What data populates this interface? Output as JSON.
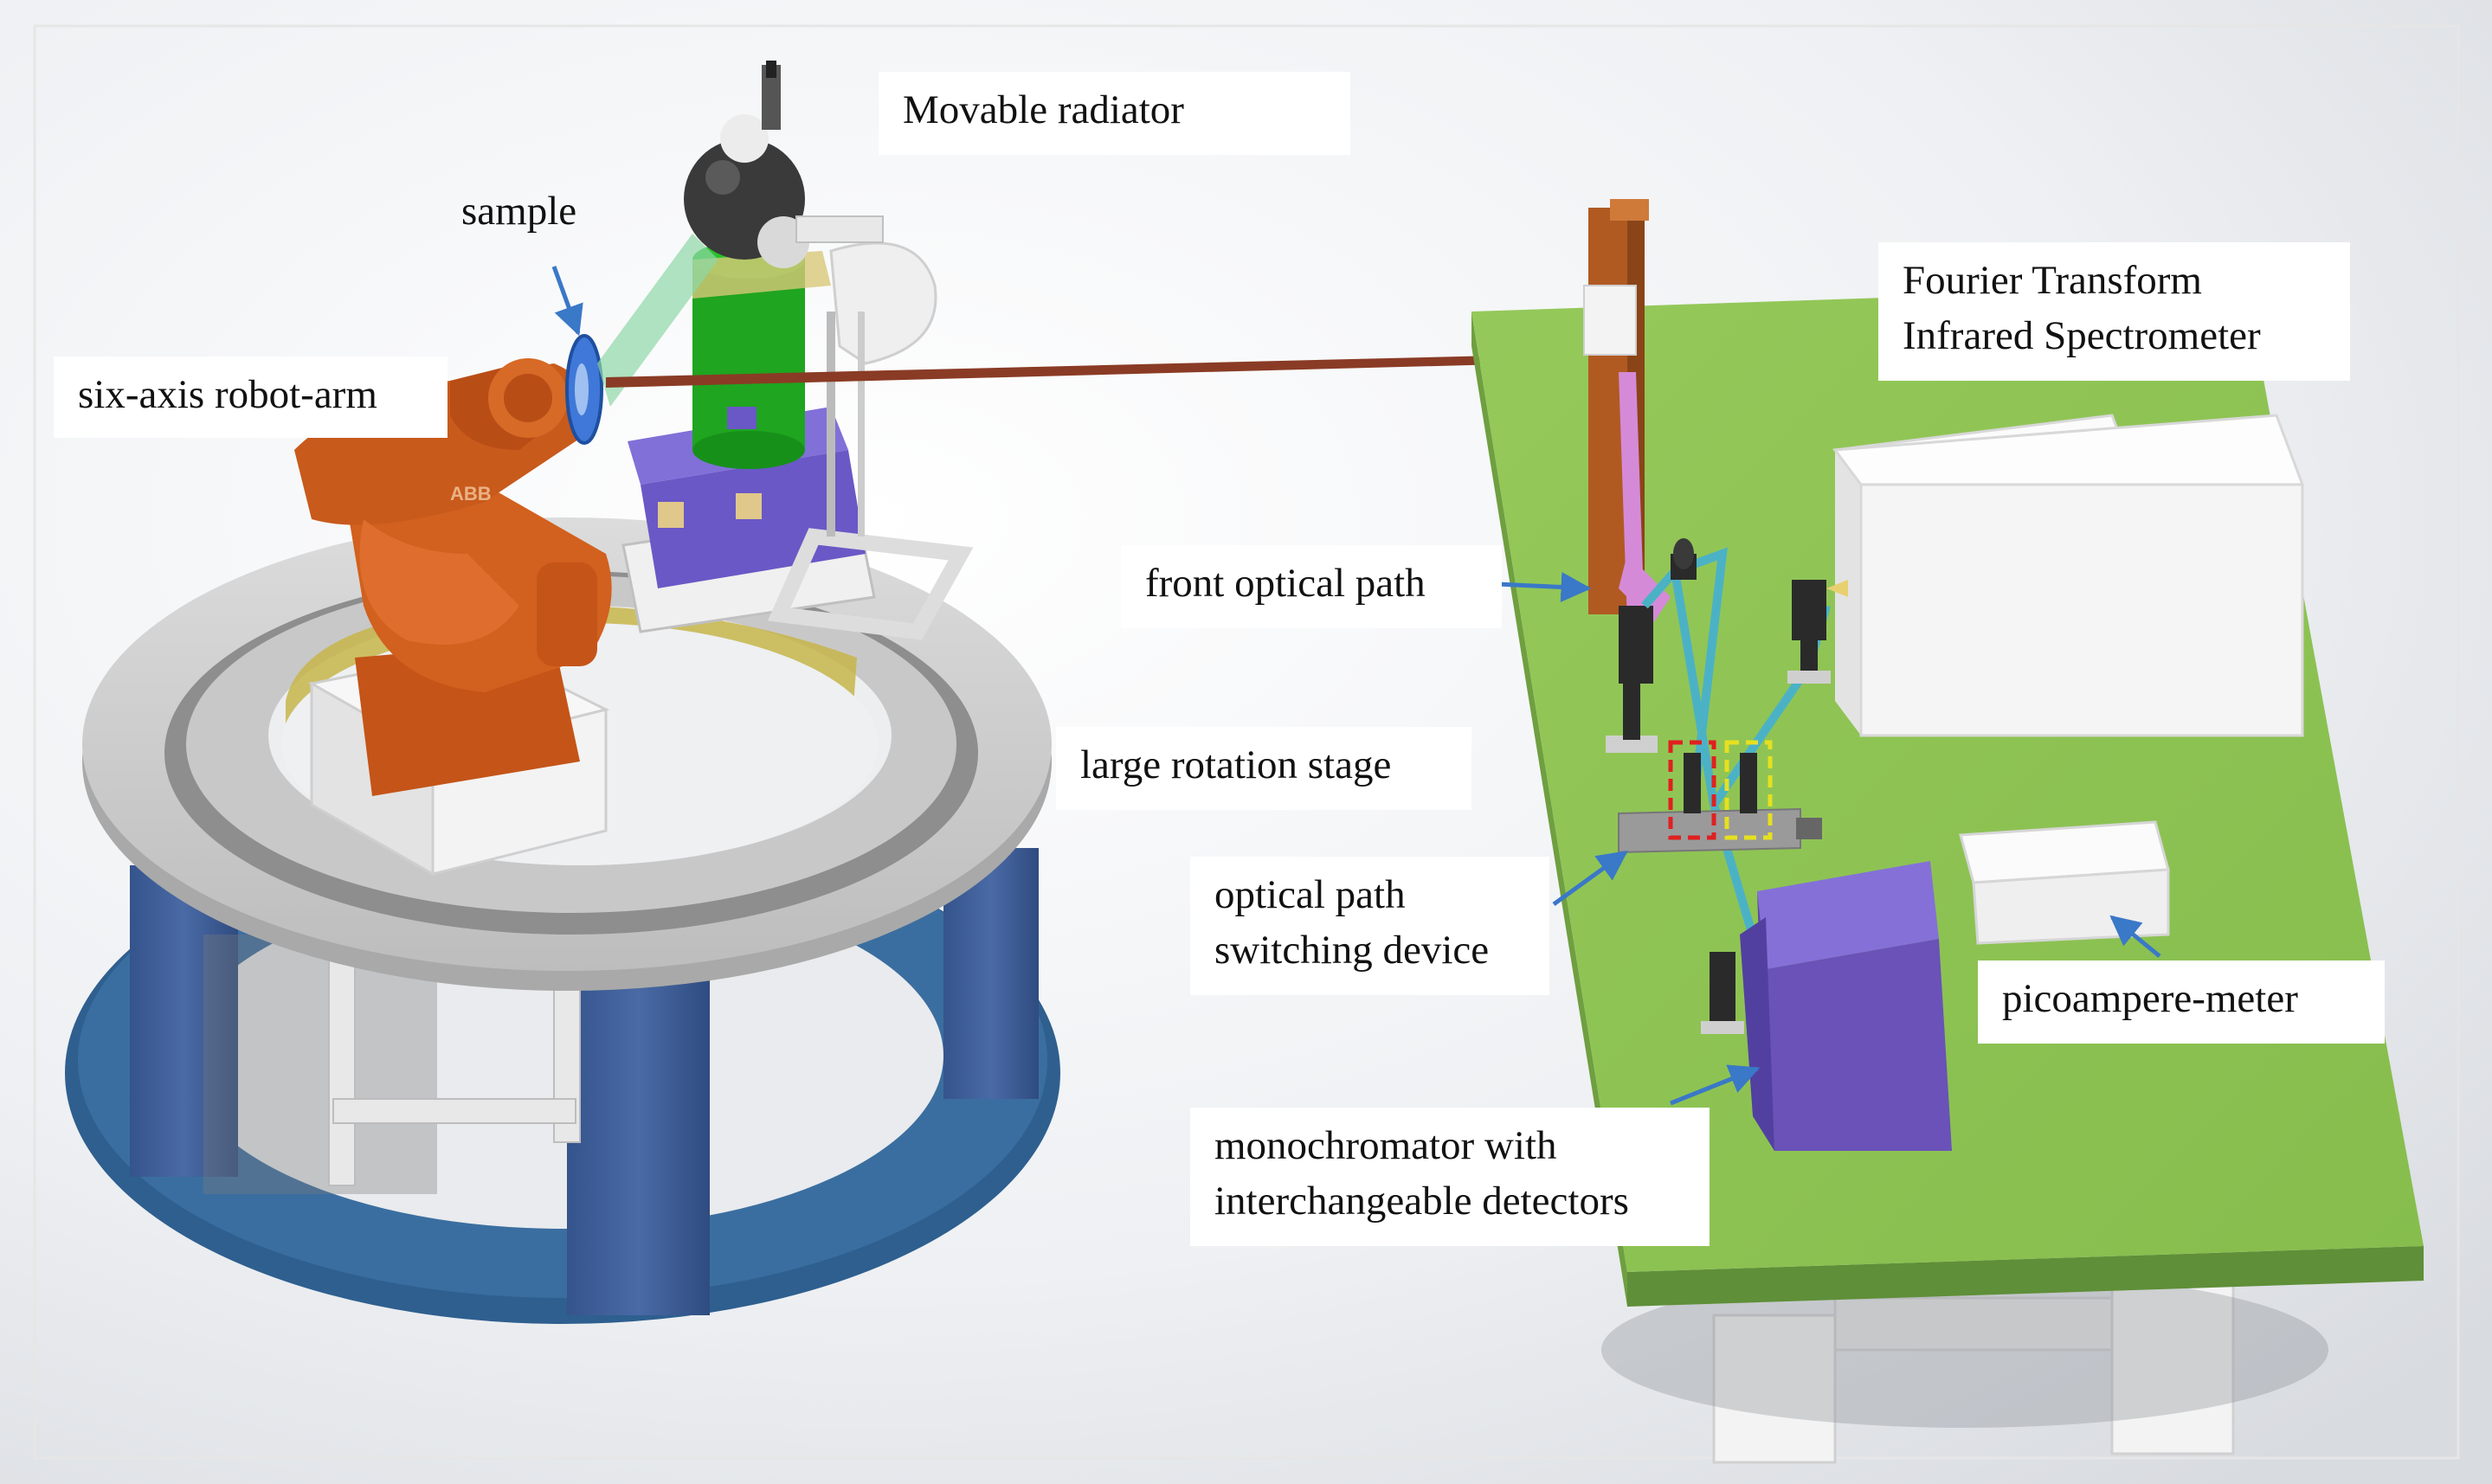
{
  "labels": {
    "movable_radiator": "Movable radiator",
    "sample": "sample",
    "six_axis_robot_arm": "six-axis robot-arm",
    "ftir_line1": "Fourier Transform",
    "ftir_line2": "Infrared Spectrometer",
    "front_optical_path": "front optical path",
    "large_rotation_stage": "large rotation stage",
    "optical_path_switching_line1": "optical path",
    "optical_path_switching_line2": "switching device",
    "picoampere_meter": "picoampere-meter",
    "monochromator_line1": "monochromator with",
    "monochromator_line2": "interchangeable detectors"
  },
  "colors": {
    "background_light": "#f4f5f7",
    "background_shadow": "#d6d9dd",
    "stage_grey": "#cfcfcf",
    "stage_dark": "#9a9a9a",
    "pillar_blue": "#3f5f9a",
    "base_blue": "#2e5f8f",
    "robot_orange": "#c8581c",
    "radiator_green": "#1fa51f",
    "radiator_dark": "#3a3a3a",
    "table_green": "#8fc454",
    "table_green_dark": "#5f8f38",
    "monochromator_purple": "#6a52b8",
    "beam_brown": "#8a3b25",
    "beam_cyan": "#4bb2c6",
    "arrow_blue": "#3a78c8",
    "highlight_red": "#e02020",
    "highlight_yellow": "#e6e020",
    "white_box": "#f7f7f7"
  }
}
